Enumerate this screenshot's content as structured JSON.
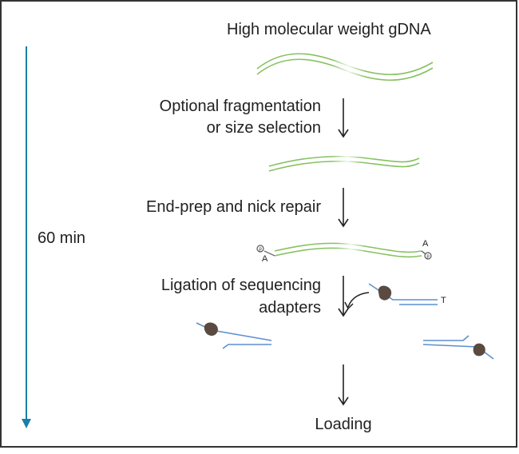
{
  "labels": {
    "top": "High molecular weight gDNA",
    "fragmentation_line1": "Optional fragmentation",
    "fragmentation_line2": "or size selection",
    "endprep": "End-prep and nick repair",
    "ligation_line1": "Ligation of sequencing",
    "ligation_line2": "adapters",
    "time": "60 min",
    "loading": "Loading"
  },
  "annotations": {
    "a_base": "A",
    "p_mark": "p",
    "t_overhang": "T"
  },
  "colors": {
    "frame": "#333333",
    "timeline": "#1a7fa8",
    "dna": "#86c160",
    "adapter": "#5b8fd1",
    "motor": "#5a4a40",
    "arrow": "#222222"
  }
}
